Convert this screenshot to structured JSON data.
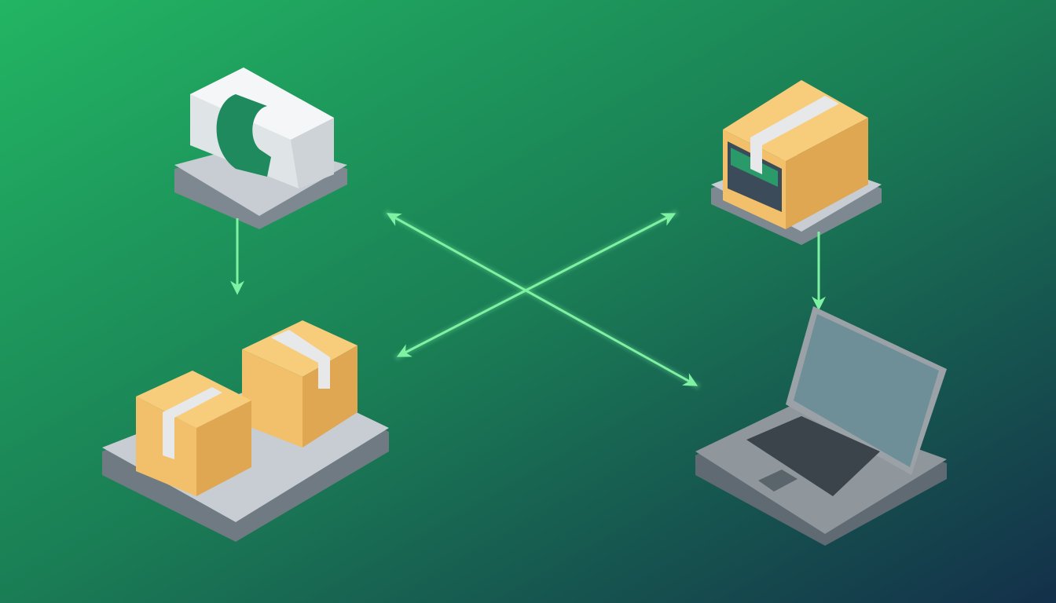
{
  "colors": {
    "background_start": "#22b563",
    "background_mid": "#1a7d55",
    "background_end": "#13304a",
    "arrow": "#7ef2a2",
    "box": "#f2c06a",
    "box_side": "#e0a752",
    "tape": "#e6e8ea",
    "platform": "#c7cdd2",
    "platform_side": "#7d8890",
    "device_white": "#eef1f3",
    "device_green": "#1e8a5e",
    "laptop_body": "#8f979d",
    "laptop_screen": "#6f8f98"
  },
  "icons": [
    "server-device-icon",
    "packages-platform-icon",
    "package-terminal-icon",
    "laptop-icon"
  ],
  "arrows": [
    "arrow-down-left",
    "arrow-down-right",
    "arrow-cross-diagonal-a",
    "arrow-cross-diagonal-b"
  ]
}
